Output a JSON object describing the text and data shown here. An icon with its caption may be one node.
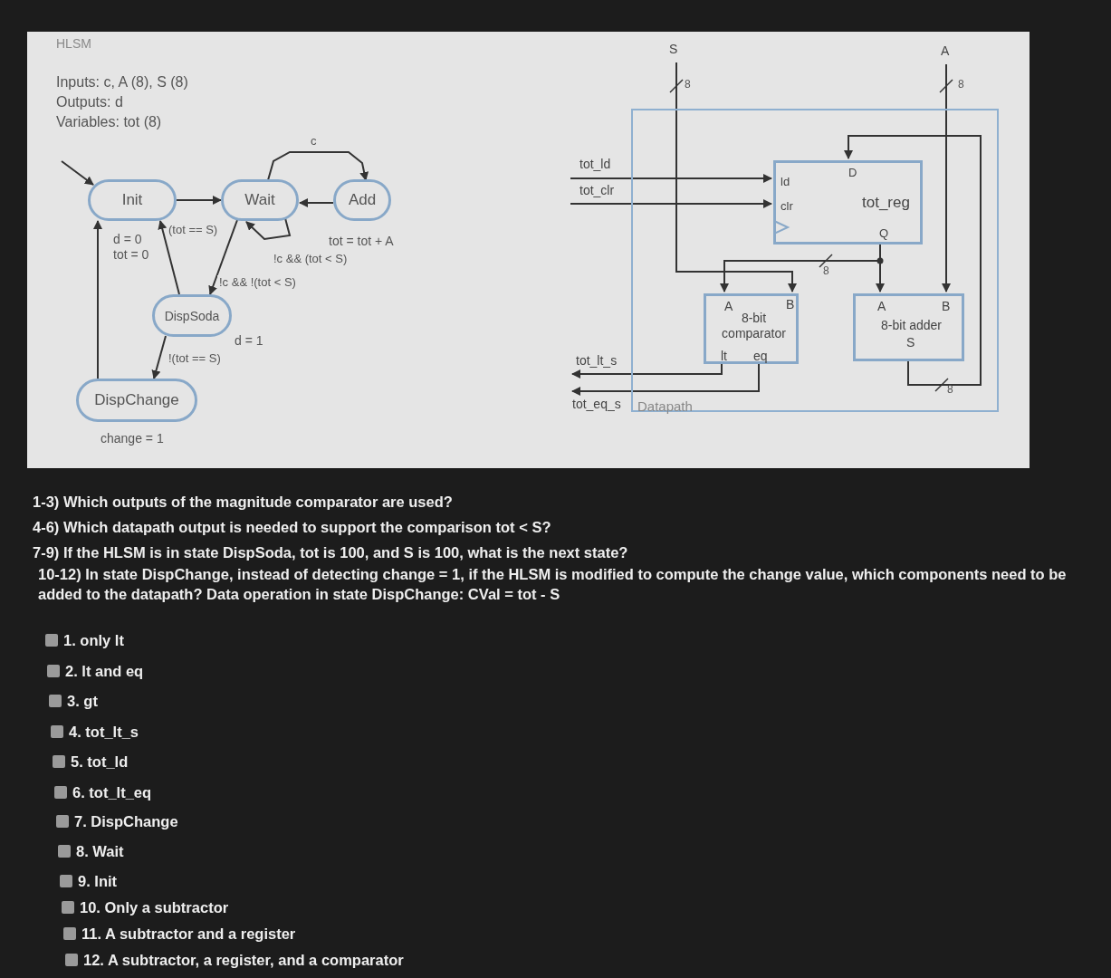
{
  "diagram": {
    "nodes": [
      {
        "text": [
          "Init"
        ],
        "beside": [
          "d = 0",
          "tot = 0"
        ]
      },
      {
        "text": [
          "Wait"
        ]
      },
      {
        "text": [
          "Add"
        ],
        "beside": [
          "tot = tot + A"
        ]
      },
      {
        "text": [
          "DispSoda"
        ],
        "beside": [
          "d = 1"
        ]
      },
      {
        "text": [
          "DispChange"
        ],
        "beside": [
          "change = 1"
        ]
      },
      {
        "text": [
          "Datapath"
        ]
      },
      {
        "text": [
          "ld",
          "D",
          "clr",
          "tot_reg",
          "Q"
        ],
        "in": 5
      },
      {
        "text": [
          "A",
          "B",
          "8-bit comparator",
          "lt",
          "eq"
        ],
        "in": 5
      },
      {
        "text": [
          "A",
          "B",
          "8-bit adder",
          "S"
        ],
        "in": 5
      },
      {
        "text": [
          "S"
        ]
      },
      {
        "text": [
          "A"
        ]
      },
      {
        "text": [
          "tot_ld"
        ]
      },
      {
        "text": [
          "tot_clr"
        ]
      },
      {
        "text": [
          "tot_lt_s"
        ]
      },
      {
        "text": [
          "tot_eq_s"
        ]
      }
    ],
    "edges": [
      {
        "from": null,
        "to": 0,
        "arrow": "to"
      },
      {
        "from": 0,
        "to": 1,
        "arrow": "to"
      },
      {
        "from": 1,
        "to": 2,
        "arrow": "to",
        "label": "c"
      },
      {
        "from": 2,
        "to": 1,
        "arrow": "to"
      },
      {
        "from": 1,
        "to": 1,
        "arrow": "to",
        "label": "!c && (tot < S)"
      },
      {
        "from": 1,
        "to": 3,
        "arrow": "to",
        "label": "!c && !(tot < S)"
      },
      {
        "from": 3,
        "to": 0,
        "arrow": "to",
        "label": "(tot == S)"
      },
      {
        "from": 3,
        "to": 4,
        "arrow": "to",
        "label": "!(tot == S)"
      },
      {
        "from": 4,
        "to": 0,
        "arrow": "to"
      },
      {
        "from": 9,
        "to": 7,
        "arrow": "to"
      },
      {
        "from": 10,
        "to": 8,
        "arrow": "to"
      },
      {
        "from": 6,
        "to": 7,
        "arrow": "to"
      },
      {
        "from": 6,
        "to": 8,
        "arrow": "to"
      },
      {
        "from": 8,
        "to": 6,
        "arrow": "to"
      },
      {
        "from": 11,
        "to": 6,
        "arrow": "to"
      },
      {
        "from": 12,
        "to": 6,
        "arrow": "to"
      },
      {
        "from": 7,
        "to": 13,
        "arrow": "to"
      },
      {
        "from": 7,
        "to": 14,
        "arrow": "to"
      }
    ],
    "labels": [
      "HLSM",
      "Inputs: c, A (8), S (8)",
      "Outputs: d",
      "Variables: tot (8)",
      "8",
      "8",
      "8",
      "8",
      "1-3) Which outputs of the magnitude comparator are used?",
      "4-6) Which datapath output is needed to support the comparison tot < S?",
      "7-9) If the HLSM is in state DispSoda, tot is 100, and S is 100, what is the next state?",
      "10-12) In state DispChange, instead of detecting change = 1, if the HLSM is modified to compute the change value, which components need to be added to the datapath? Data operation in state DispChange: CVal = tot - S",
      "1. only lt",
      "2. lt and eq",
      "3. gt",
      "4. tot_lt_s",
      "5. tot_ld",
      "6. tot_lt_eq",
      "7. DispChange",
      "8. Wait",
      "9. Init",
      "10. Only a subtractor",
      "11. A subtractor and a register",
      "12. A subtractor, a register, and a comparator"
    ]
  }
}
